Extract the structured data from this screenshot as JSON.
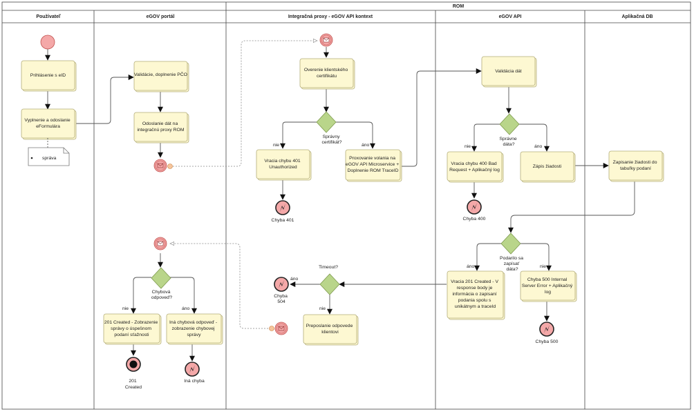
{
  "pool_title": "ROM",
  "lanes": {
    "user": "Používateľ",
    "portal": "eGOV portál",
    "proxy": "Integračná proxy - eGOV API kontext",
    "api": "eGOV API",
    "db": "Aplikačná DB"
  },
  "tasks": {
    "login": [
      "Prihlásenie s eID"
    ],
    "fill_form": [
      "Vyplnenie a odoslanie",
      "eFormulára"
    ],
    "validate_portal": [
      "Validácie, doplnenie PČO"
    ],
    "send_proxy": [
      "Odoslanie dát na",
      "integračnú proxy ROM"
    ],
    "verify_cert": [
      "Overenie klientského",
      "certifikátu"
    ],
    "err401": [
      "Vracia chybu 401",
      "Unauthorized"
    ],
    "proxy_call": [
      "Proxovanie volania na",
      "eGOV API Microservice +",
      "Doplnenie ROM TraceID"
    ],
    "validate_api": [
      "Validácia dát"
    ],
    "err400": [
      "Vracia chybu 400 Bad",
      "Request + Aplikačný log"
    ],
    "write_req": [
      "Zápis žiadosti"
    ],
    "db_write": [
      "Zapisanie žiadosti do",
      "tabuľky podaní"
    ],
    "resp201": [
      "Vracia 201 Created - V",
      "response body je",
      "informácia o zapisaní",
      "podania spolu s",
      "unikátnym a traceId"
    ],
    "err500": [
      "Chyba 500 Internal",
      "Server Error + Aplikačný",
      "log"
    ],
    "forward": [
      "Preposlanie odpovede",
      "klientovi"
    ],
    "show_ok": [
      "201 Created - Zobrazenie",
      "správy o úspešnom",
      "podaní sťažnosti"
    ],
    "show_err": [
      "Iná chybová odpoveď -",
      "zobrazenie chybovej",
      "správy"
    ]
  },
  "data_object": "správa",
  "gateways": {
    "cert": [
      "Správny",
      "certifikát?"
    ],
    "data_ok": [
      "Správne",
      "dáta?"
    ],
    "written": [
      "Podarilo sa",
      "zapísať",
      "dáta?"
    ],
    "timeout": [
      "Timeout?"
    ],
    "error_resp": [
      "Chybová",
      "odpoveď?"
    ]
  },
  "branch_labels": {
    "cert_no": "nie",
    "cert_yes": "áno",
    "data_no": "nie",
    "data_yes": "áno",
    "written_yes": "áno",
    "written_no": "nie",
    "timeout_yes": "áno",
    "timeout_no": "nie",
    "errresp_no": "nie",
    "errresp_yes": "áno"
  },
  "end_events": {
    "e401": [
      "Chyba 401"
    ],
    "e400": [
      "Chyba 400"
    ],
    "e500": [
      "Chyba 500"
    ],
    "e504": [
      "Chyba",
      "504"
    ],
    "e201": [
      "201",
      "Created"
    ],
    "eother": [
      "Iná chyba"
    ]
  },
  "colors": {
    "task_fill": "#fdf8d2",
    "gateway_fill": "#b9d58a",
    "event_fill": "#f4a8a8",
    "event_stroke": "#c0504d"
  }
}
